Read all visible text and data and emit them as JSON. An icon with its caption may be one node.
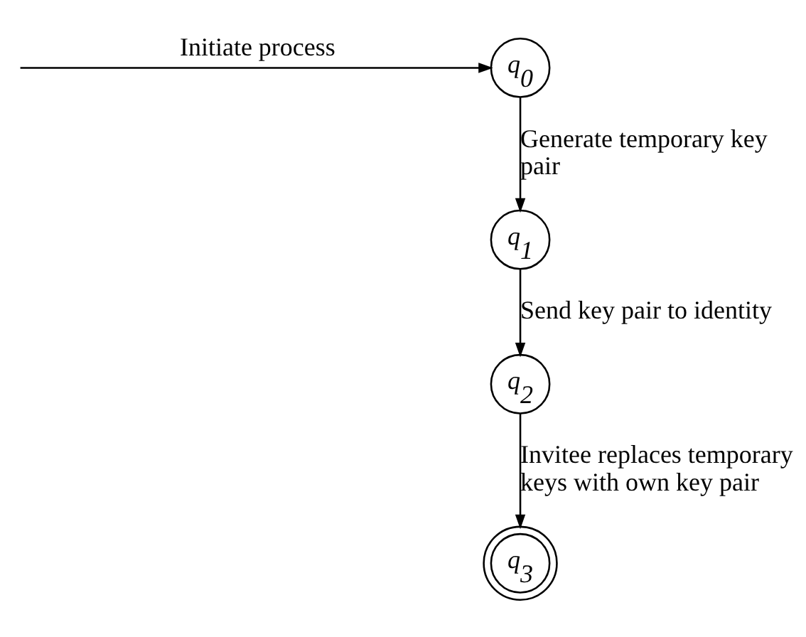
{
  "diagram": {
    "nodes": [
      {
        "text": [
          "q$_{0}$"
        ]
      },
      {
        "text": [
          "q$_{1}$"
        ]
      },
      {
        "text": [
          "q$_{2}$"
        ]
      },
      {
        "text": [
          "q$_{3}$"
        ]
      }
    ],
    "edges": [
      {
        "from": null,
        "to": 0,
        "arrow": "to",
        "label": "Initiate process"
      },
      {
        "from": 0,
        "to": 1,
        "arrow": "to",
        "label": "Generate temporary key pair"
      },
      {
        "from": 1,
        "to": 2,
        "arrow": "to",
        "label": "Send key pair to identity"
      },
      {
        "from": 2,
        "to": 3,
        "arrow": "to",
        "label": "Invitee replaces temporary keys with own key pair"
      }
    ]
  }
}
